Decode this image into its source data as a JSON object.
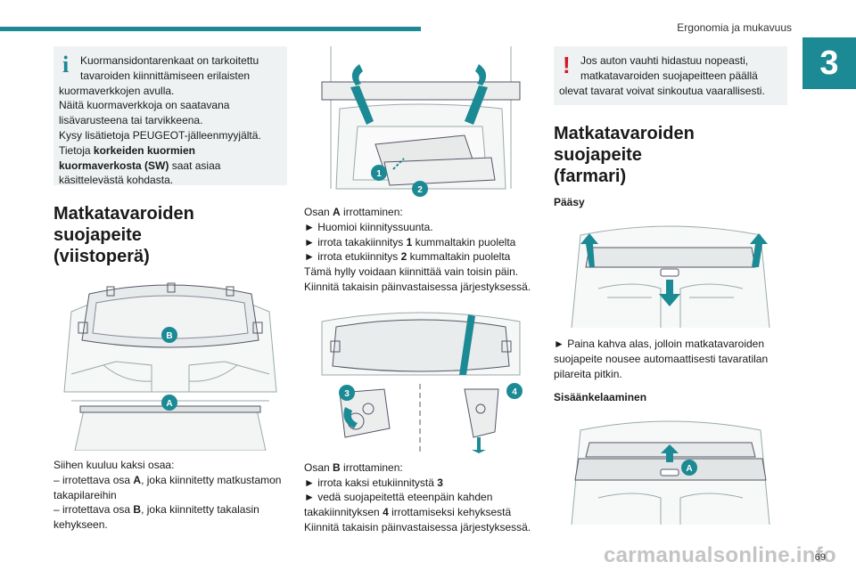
{
  "header": {
    "title": "Ergonomia ja mukavuus",
    "chapter": "3",
    "page": "69"
  },
  "watermark": "carmanualsonline.info",
  "col1": {
    "info_notice": {
      "symbol": "i",
      "lines": [
        "Kuormansidontarenkaat on tarkoitettu",
        "tavaroiden kiinnittämiseen erilaisten",
        "kuormaverkkojen avulla.",
        "Näitä kuormaverkkoja on saatavana",
        "lisävarusteena tai tarvikkeena.",
        "Kysy lisätietoja PEUGEOT-jälleenmyyjältä.",
        "Tietoja",
        "korkeiden kuormien",
        "kuormaverkosta (SW)",
        "saat asiaa",
        "käsittelevästä kohdasta."
      ]
    },
    "title_line1": "Matkatavaroiden suojapeite",
    "title_line2": "(viistoperä)",
    "fig_labels": {
      "a": "A",
      "b": "B"
    },
    "para": {
      "l1": "Siihen kuuluu kaksi osaa:",
      "l2a": "– irrotettava osa",
      "l2b": "A",
      "l2c": ", joka kiinnitetty matkustamon",
      "l3": "takapilareihin",
      "l4a": "– irrotettava osa",
      "l4b": "B",
      "l4c": ", joka kiinnitetty takalasin",
      "l5": "kehykseen."
    }
  },
  "col2": {
    "fig1_labels": {
      "n1": "1",
      "n2": "2"
    },
    "para1": {
      "l1a": "Osan",
      "l1b": "A",
      "l1c": "irrottaminen:",
      "l2": "► Huomioi kiinnityssuunta.",
      "l3a": "► irrota takakiinnitys",
      "l3b": "1",
      "l3c": "kummaltakin puolelta",
      "l4a": "► irrota etukiinnitys",
      "l4b": "2",
      "l4c": "kummaltakin puolelta",
      "l5": "Tämä hylly voidaan kiinnittää vain toisin päin.",
      "l6": "Kiinnitä takaisin päinvastaisessa järjestyksessä."
    },
    "fig2_labels": {
      "n3": "3",
      "n4": "4"
    },
    "para2": {
      "l1a": "Osan",
      "l1b": "B",
      "l1c": "irrottaminen:",
      "l2a": "► irrota kaksi etukiinnitystä",
      "l2b": "3",
      "l3": "► vedä suojapeitettä eteenpäin kahden",
      "l4a": "takakiinnityksen",
      "l4b": "4",
      "l4c": "irrottamiseksi kehyksestä",
      "l5": "Kiinnitä takaisin päinvastaisessa järjestyksessä."
    }
  },
  "col3": {
    "warn_notice": {
      "symbol": "!",
      "lines": [
        "Jos auton vauhti hidastuu nopeasti,",
        "matkatavaroiden suojapeitteen päällä",
        "olevat tavarat voivat sinkoutua vaarallisesti."
      ]
    },
    "title_line1": "Matkatavaroiden suojapeite",
    "title_line2": "(farmari)",
    "sub1": "Pääsy",
    "para1": {
      "l1": "► Paina kahva alas, jolloin matkatavaroiden",
      "l2": "suojapeite nousee automaattisesti tavaratilan",
      "l3": "pilareita pitkin."
    },
    "sub2": "Sisäänkelaaminen",
    "fig3_label": "A"
  },
  "colors": {
    "accent": "#1b8a94",
    "warning": "#d3182a",
    "notice_bg": "#eef2f3"
  }
}
